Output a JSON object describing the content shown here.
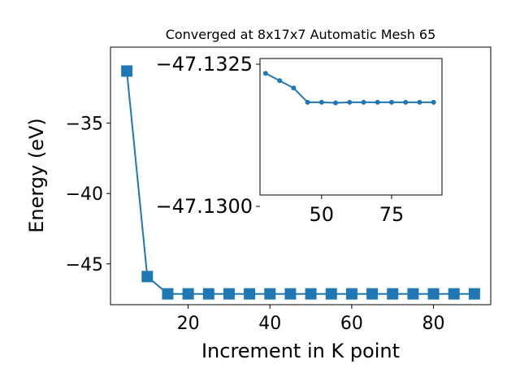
{
  "colors": {
    "series": "#1f77b4",
    "axes": "#000000",
    "background": "#ffffff"
  },
  "chart_data": [
    {
      "type": "line",
      "title": "Converged at 8x17x7 Automatic Mesh 65",
      "xlabel": "Increment in K point",
      "ylabel": "Energy (eV)",
      "xlim": [
        1,
        94
      ],
      "ylim": [
        -47.9,
        -29.6
      ],
      "xticks": [
        20,
        40,
        60,
        80
      ],
      "yticks": [
        -35,
        -40,
        -45
      ],
      "xtick_labels": [
        "20",
        "40",
        "60",
        "80"
      ],
      "ytick_labels": [
        "−35",
        "−40",
        "−45"
      ],
      "marker": "square",
      "grid": false,
      "series": [
        {
          "x": [
            5,
            10,
            15,
            20,
            25,
            30,
            35,
            40,
            45,
            50,
            55,
            60,
            65,
            70,
            75,
            80,
            85,
            90
          ],
          "y": [
            -31.3,
            -45.9,
            -47.13,
            -47.13,
            -47.13,
            -47.13,
            -47.13,
            -47.13,
            -47.13,
            -47.13,
            -47.13,
            -47.13,
            -47.13,
            -47.13,
            -47.13,
            -47.13,
            -47.13,
            -47.13
          ]
        }
      ]
    },
    {
      "type": "line",
      "title": "",
      "xlabel": "",
      "ylabel": "",
      "xlim": [
        28,
        93
      ],
      "ylim": [
        -47.1302,
        -47.1326
      ],
      "xticks": [
        50,
        75
      ],
      "yticks": [
        -47.1325,
        -47.13
      ],
      "xtick_labels": [
        "50",
        "75"
      ],
      "ytick_labels": [
        "−47.1325",
        "−47.1300"
      ],
      "marker": "circle",
      "grid": false,
      "series": [
        {
          "x": [
            30,
            35,
            40,
            45,
            50,
            55,
            60,
            65,
            70,
            75,
            80,
            85,
            90
          ],
          "y": [
            -47.13234,
            -47.13221,
            -47.13208,
            -47.13183,
            -47.13183,
            -47.13182,
            -47.13183,
            -47.13183,
            -47.13183,
            -47.13183,
            -47.13183,
            -47.13183,
            -47.13183
          ]
        }
      ]
    }
  ]
}
